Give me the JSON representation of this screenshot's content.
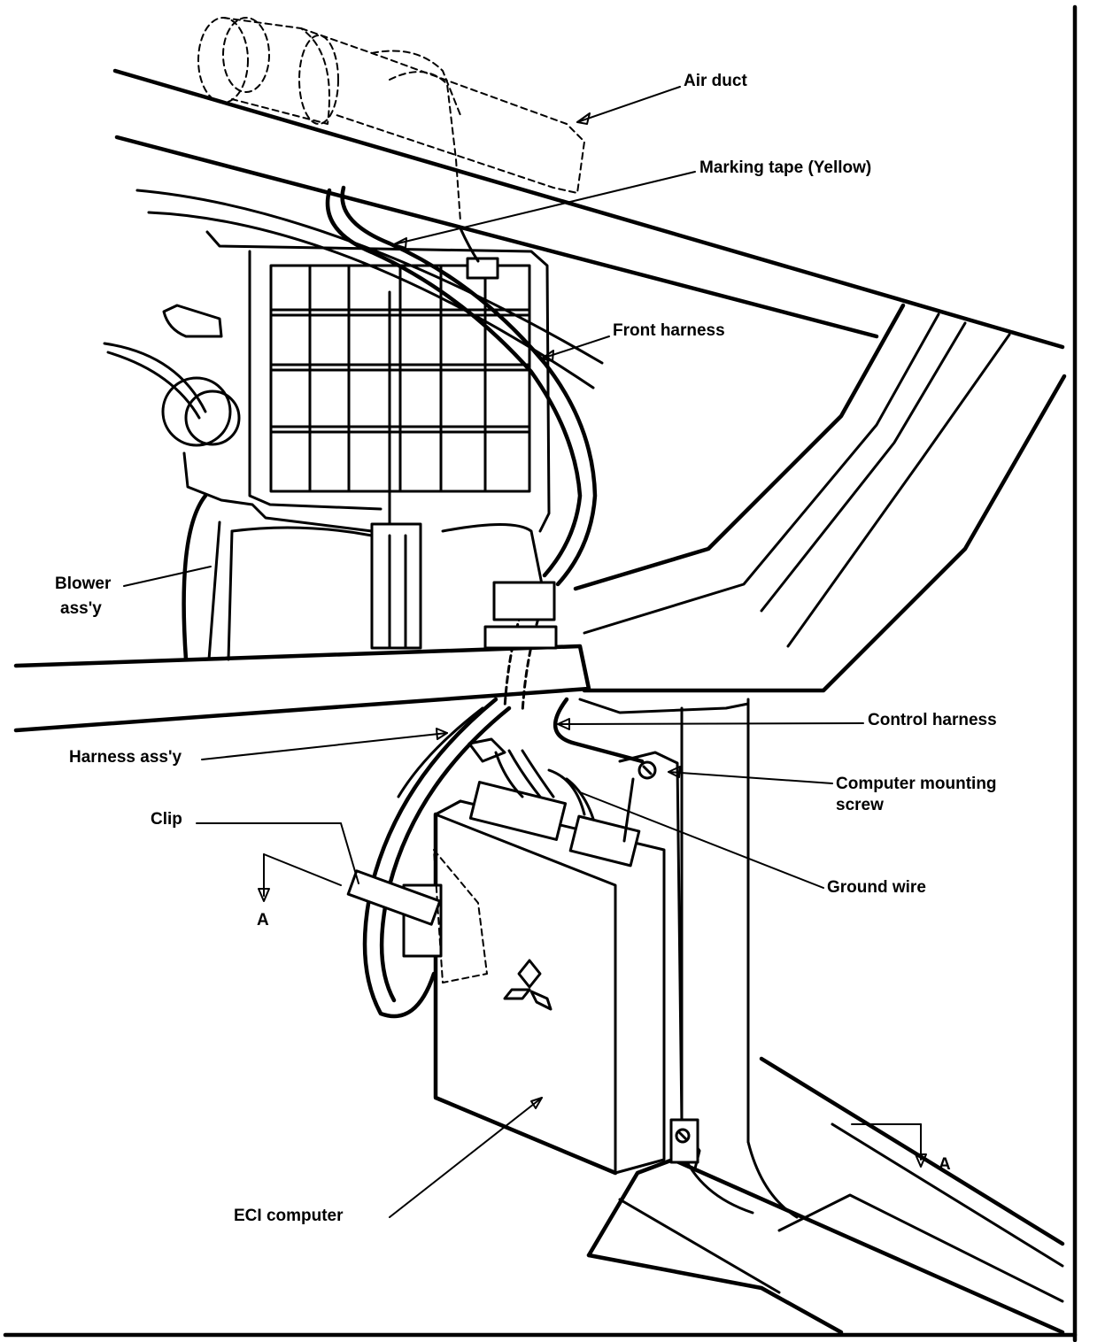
{
  "labels": {
    "air_duct": "Air duct",
    "marking_tape": "Marking tape (Yellow)",
    "front_harness": "Front harness",
    "blower_line1": "Blower",
    "blower_line2": "ass'y",
    "control_harness": "Control harness",
    "harness_assy": "Harness ass'y",
    "computer_mounting_line1": "Computer mounting",
    "computer_mounting_line2": "screw",
    "clip": "Clip",
    "ground_wire": "Ground wire",
    "section_a_left": "A",
    "section_a_right": "A",
    "eci_computer": "ECI computer"
  },
  "colors": {
    "ink": "#000000",
    "paper": "#ffffff"
  }
}
